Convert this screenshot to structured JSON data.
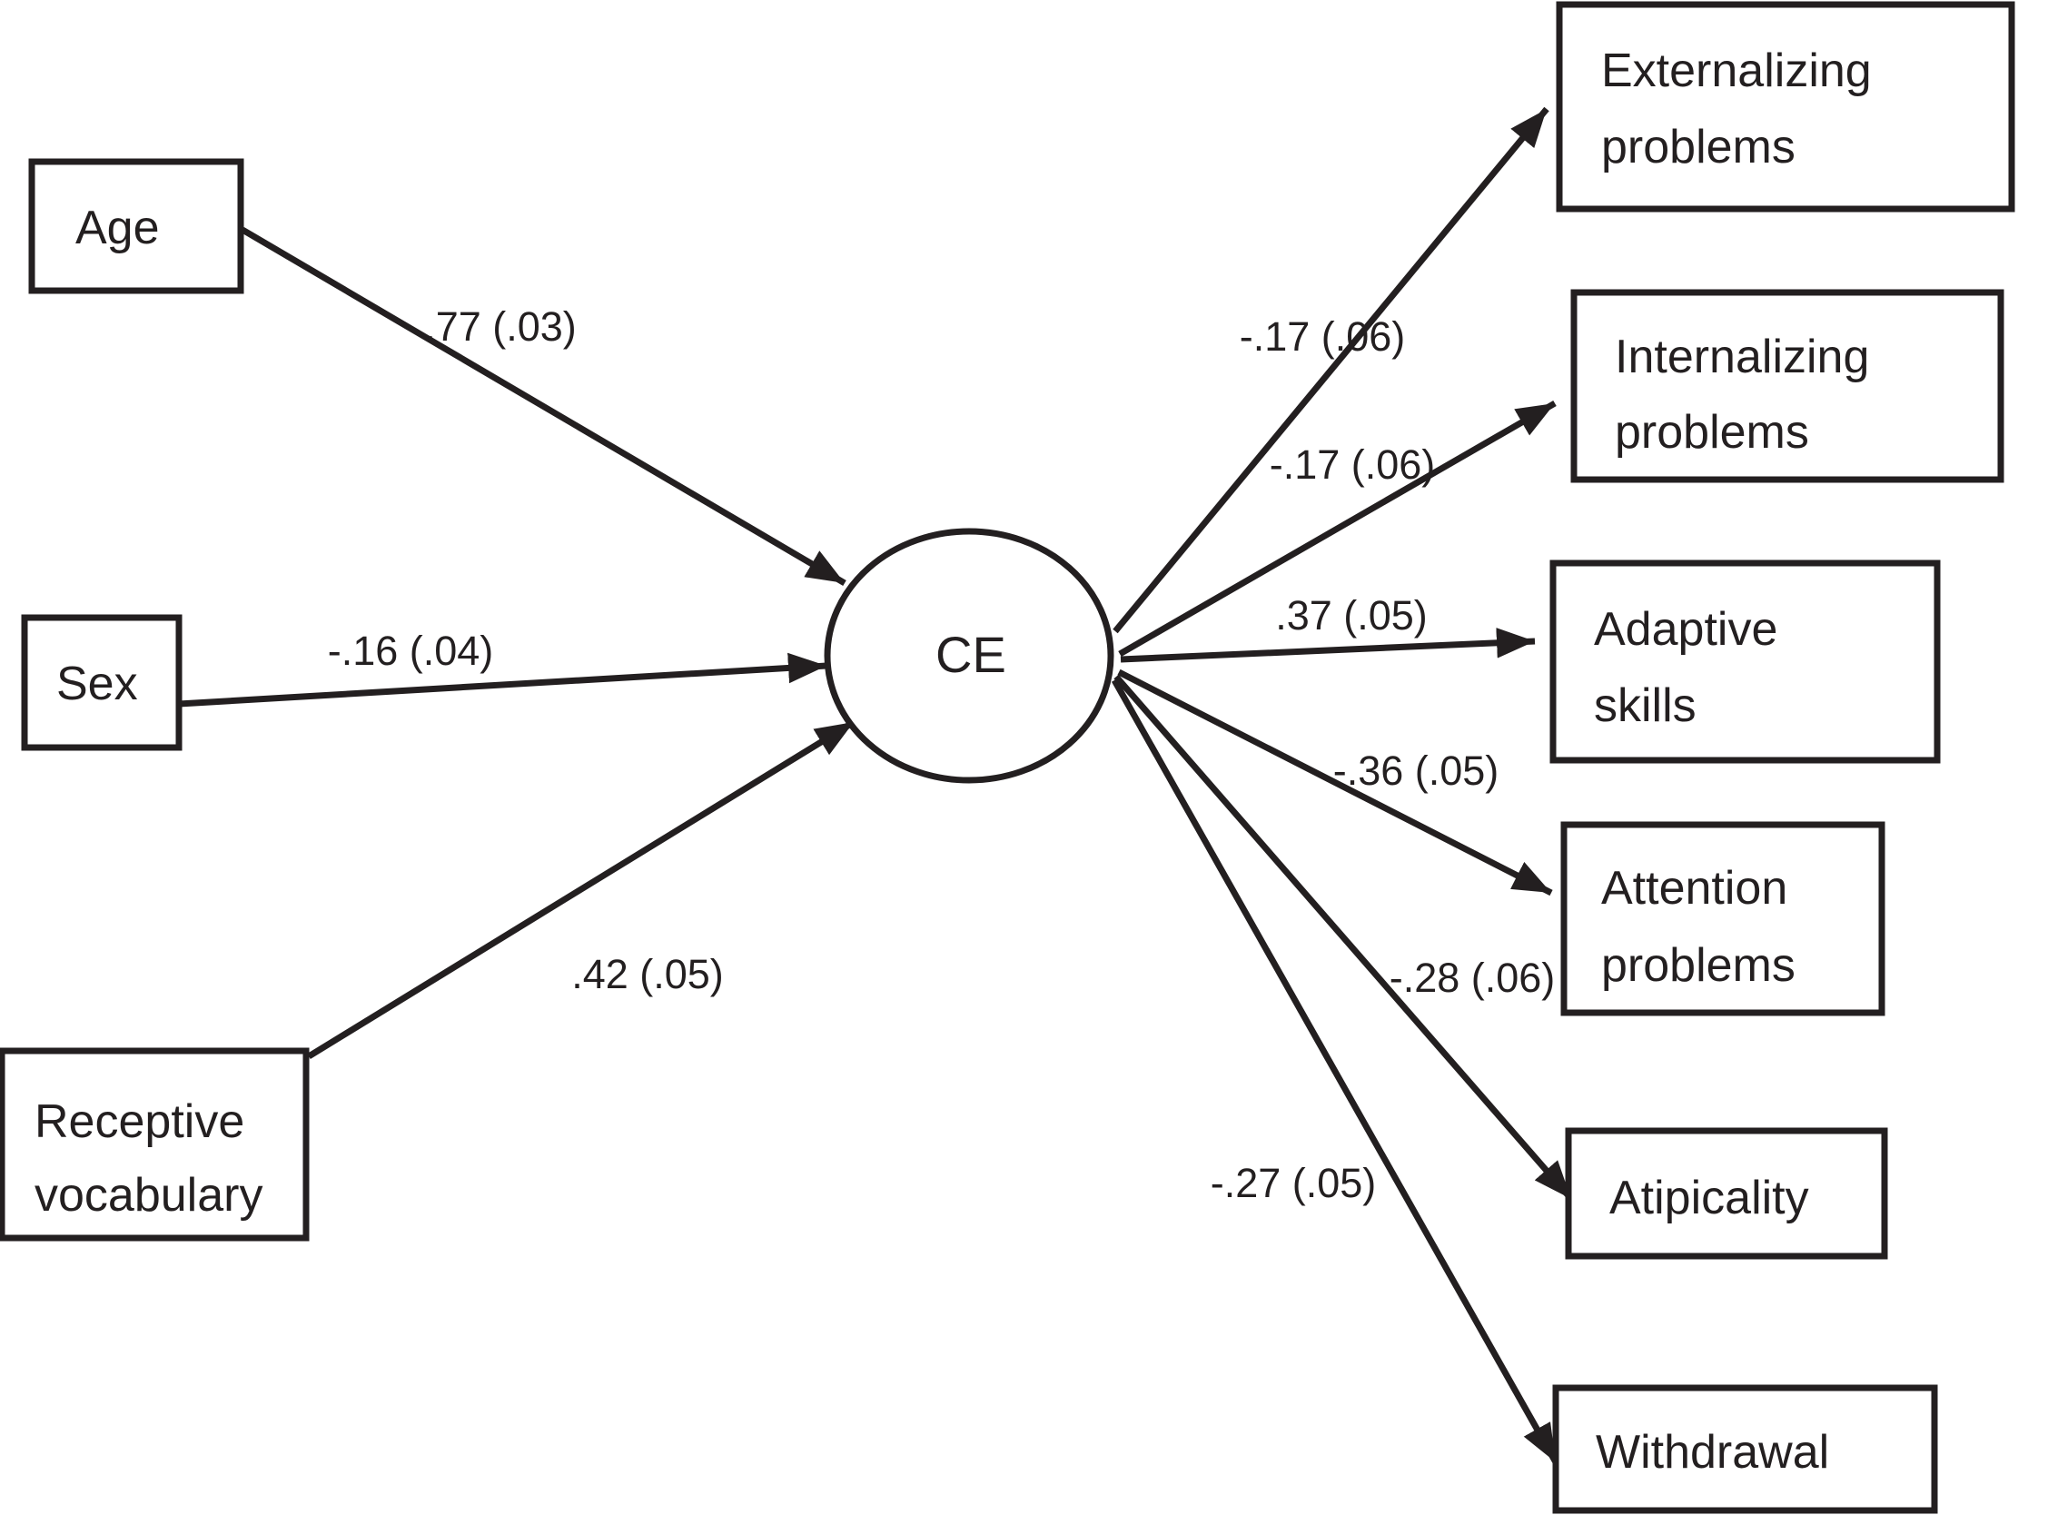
{
  "diagram": {
    "title": "Structural model of CE (path diagram)",
    "latent": {
      "label": "CE"
    },
    "predictors": [
      {
        "id": "age",
        "label": "Age",
        "coef": ".77 (.03)"
      },
      {
        "id": "sex",
        "label": "Sex",
        "coef": "-.16 (.04)"
      },
      {
        "id": "receptive-vocabulary",
        "line1": "Receptive",
        "line2": "vocabulary",
        "coef": ".42 (.05)"
      }
    ],
    "outcomes": [
      {
        "id": "externalizing-problems",
        "line1": "Externalizing",
        "line2": "problems",
        "coef": "-.17 (.06)"
      },
      {
        "id": "internalizing-problems",
        "line1": "Internalizing",
        "line2": "problems",
        "coef": "-.17 (.06)"
      },
      {
        "id": "adaptive-skills",
        "line1": "Adaptive",
        "line2": "skills",
        "coef": ".37 (.05)"
      },
      {
        "id": "attention-problems",
        "line1": "Attention",
        "line2": "problems",
        "coef": "-.36 (.05)"
      },
      {
        "id": "atipicality",
        "line1": "Atipicality",
        "coef": "-.28 (.06)"
      },
      {
        "id": "withdrawal",
        "line1": "Withdrawal",
        "coef": "-.27 (.05)"
      }
    ],
    "colors": {
      "ink": "#231f20",
      "background": "#ffffff"
    }
  }
}
